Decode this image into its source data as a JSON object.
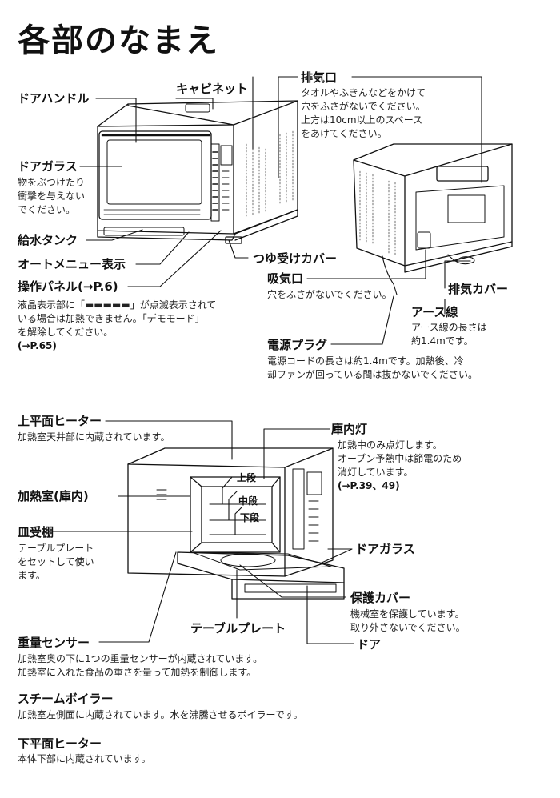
{
  "title": "各部のなまえ",
  "labels": {
    "door_handle": "ドアハンドル",
    "cabinet": "キャビネット",
    "exhaust": "排気口",
    "door_glass": "ドアガラス",
    "water_tank": "給水タンク",
    "auto_menu": "オートメニュー表示",
    "drip_cover": "つゆ受けカバー",
    "control_panel": "操作パネル(→P.6)",
    "intake": "吸気口",
    "exhaust_cover": "排気カバー",
    "earth_wire": "アース線",
    "power_plug": "電源プラグ",
    "top_heater": "上平面ヒーター",
    "interior_light": "庫内灯",
    "heating_chamber": "加熱室(庫内)",
    "tray_shelf": "皿受棚",
    "door_glass2": "ドアガラス",
    "protective_cover": "保護カバー",
    "table_plate": "テーブルプレート",
    "door": "ドア",
    "weight_sensor": "重量センサー",
    "steam_boiler": "スチームボイラー",
    "bottom_heater": "下平面ヒーター",
    "shelf_upper": "上段",
    "shelf_middle": "中段",
    "shelf_lower": "下段"
  },
  "descriptions": {
    "exhaust": [
      "タオルやふきんなどをかけて",
      "穴をふさがないでください。",
      "上方は10cm以上のスペース",
      "をあけてください。"
    ],
    "door_glass": [
      "物をぶつけたり",
      "衝撃を与えない",
      "でください。"
    ],
    "control_panel": [
      "液晶表示部に「▬▬▬▬▬」が点滅表示されて",
      "いる場合は加熱できません。「デモモード」",
      "を解除してください。"
    ],
    "control_panel_ref": "(→P.65)",
    "intake": "穴をふさがないでください。",
    "earth_wire": [
      "アース線の長さは",
      "約1.4mです。"
    ],
    "power_plug": [
      "電源コードの長さは約1.4mです。加熱後、冷",
      "却ファンが回っている間は抜かないでください。"
    ],
    "top_heater": "加熱室天井部に内蔵されています。",
    "interior_light": [
      "加熱中のみ点灯します。",
      "オーブン予熱中は節電のため",
      "消灯しています。"
    ],
    "interior_light_ref": "(→P.39、49)",
    "tray_shelf": [
      "テーブルプレート",
      "をセットして使い",
      "ます。"
    ],
    "protective_cover": [
      "機械室を保護しています。",
      "取り外さないでください。"
    ],
    "weight_sensor": [
      "加熱室奥の下に1つの重量センサーが内蔵されています。",
      "加熱室に入れた食品の重さを量って加熱を制御します。"
    ],
    "steam_boiler": "加熱室左側面に内蔵されています。水を沸騰させるボイラーです。",
    "bottom_heater": "本体下部に内蔵されています。"
  }
}
